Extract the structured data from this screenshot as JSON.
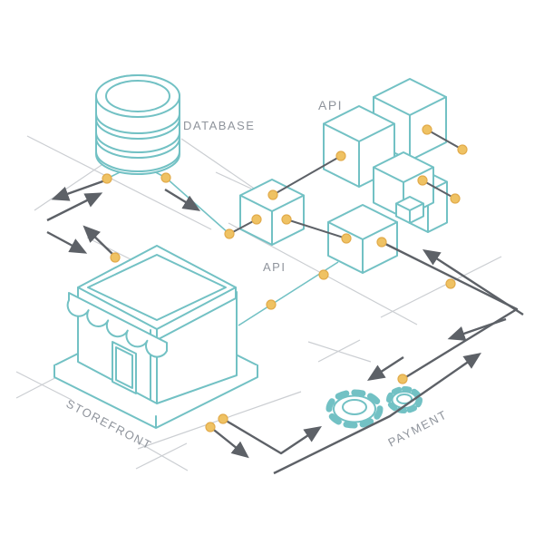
{
  "diagram": {
    "type": "isometric-architecture-illustration",
    "nodes": [
      {
        "id": "database",
        "label": "DATABASE",
        "icon": "database-cylinder-icon"
      },
      {
        "id": "api-upper",
        "label": "API",
        "icon": "api-cubes-icon"
      },
      {
        "id": "api-lower",
        "label": "API",
        "icon": "api-cubes-icon"
      },
      {
        "id": "storefront",
        "label": "STOREFRONT",
        "icon": "storefront-building-icon"
      },
      {
        "id": "payment",
        "label": "PAYMENT",
        "icon": "payment-gears-icon"
      }
    ]
  },
  "colors": {
    "teal": "#72c1c4",
    "dark_gray": "#5d6167",
    "grid_gray": "#cbced2",
    "dot_fill": "#efc263",
    "dot_stroke": "#e2ab4b",
    "label_gray": "#8f949c",
    "background": "#ffffff"
  }
}
